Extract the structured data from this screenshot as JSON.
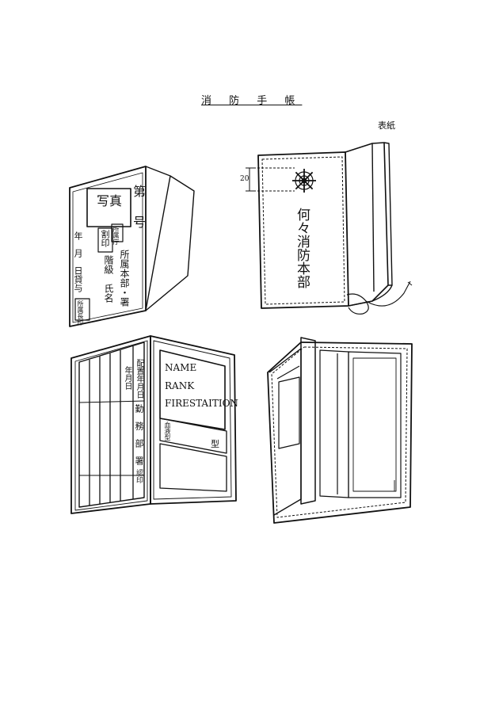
{
  "page": {
    "title": "消 防 手 帳",
    "cover_label": "表紙"
  },
  "id_page": {
    "number_top": "第",
    "number_bottom": "号",
    "photo_label": "写真",
    "seal_small": "所属庁",
    "seal_stamp": "割印",
    "affiliation": "所属本部・署",
    "rank_name": "階級　氏名",
    "issue_date": "年　月　日貸与",
    "seal_bottom": "所属長印"
  },
  "cover": {
    "dimension": "20",
    "organization": "何々消防本部"
  },
  "record_page": {
    "col_assign": "配置年月日",
    "col_date": "年月日",
    "col_duty": "勤　務　部　署",
    "col_seal": "認印"
  },
  "english_page": {
    "name": "NAME",
    "rank": "RANK",
    "station": "FIRESTAITION",
    "blood": "血液型",
    "type": "型"
  }
}
